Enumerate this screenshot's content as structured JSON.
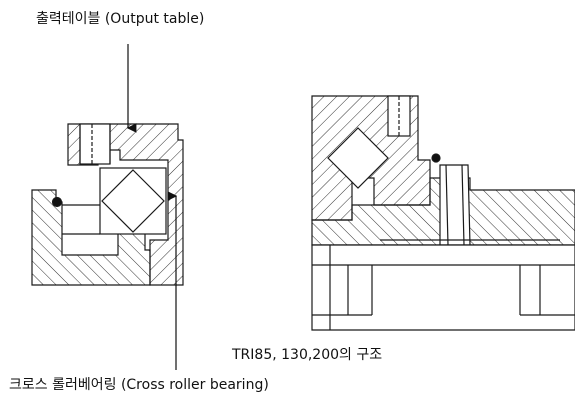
{
  "labels": {
    "output_table": "출력테이블 (Output table)",
    "caption": "TRI85, 130,200의 구조",
    "cross_roller": "크로스 롤러베어링 (Cross roller bearing)"
  },
  "colors": {
    "line": "#1a1a1a",
    "hatch": "#333333",
    "background": "#ffffff"
  }
}
